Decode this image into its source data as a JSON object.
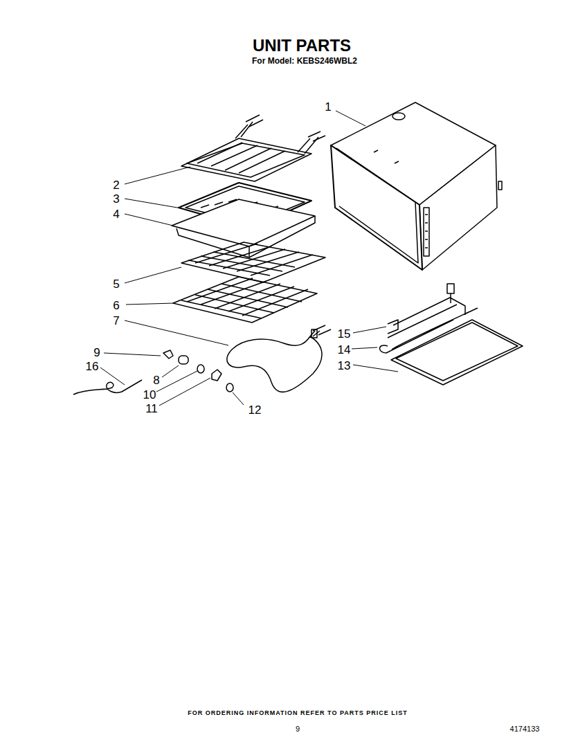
{
  "diagram": {
    "title": "UNIT PARTS",
    "labels": [
      "For Model: KEBS246WBL2",
      "1",
      "2",
      "3",
      "4",
      "5",
      "6",
      "7",
      "9",
      "16",
      "8",
      "10",
      "11",
      "15",
      "14",
      "13",
      "12",
      "FOR ORDERING INFORMATION REFER TO PARTS PRICE LIST",
      "9",
      "4174133"
    ]
  }
}
